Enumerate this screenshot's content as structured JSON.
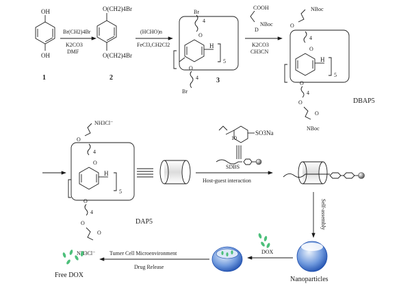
{
  "compounds": {
    "c1": {
      "top_group": "OH",
      "bottom_group": "OH",
      "number": "1"
    },
    "c2": {
      "top_group": "O(CH2)4Br",
      "bottom_group": "O(CH2)4Br",
      "number": "2"
    },
    "c3": {
      "number": "3",
      "top_br": "Br",
      "bottom_br": "Br",
      "chain_n": "4",
      "h": "H",
      "repeat": "5",
      "o": "O"
    },
    "dbap5": {
      "label": "DBAP5",
      "nboc": "NBoc",
      "o": "O",
      "chain_n": "4",
      "h": "H",
      "repeat": "5"
    },
    "dap5": {
      "label": "DAP5",
      "amine": "NH3Cl⁻",
      "o": "O",
      "chain_n": "4",
      "h": "H",
      "repeat": "5"
    }
  },
  "reagents": {
    "step1": [
      "Br(CH2)4Br",
      "K2CO3",
      "DMF"
    ],
    "step2": [
      "(HCHO)n",
      "FeCl3,CH2Cl2"
    ],
    "step3": {
      "acid": "COOH",
      "d": "D",
      "nboc": "NBoc",
      "base": "K2CO3",
      "solvent": "CH3CN"
    }
  },
  "guest": {
    "formula": "SO3Na",
    "subscript": "10",
    "name": "SDBS"
  },
  "labels": {
    "host_guest": "Host-guest interaction",
    "self_assembly": "Self-assembly",
    "nanoparticles": "Nanoparticles",
    "dox": "DOX",
    "free_dox": "Free DOX",
    "microenvironment": "Tumer Cell Microenvironment",
    "drug_release": "Drug Release"
  },
  "colors": {
    "ink": "#1a1a1a",
    "particle_blue": "#2f66c8",
    "particle_light": "#dce8f7",
    "dox_green": "#4cbf7a",
    "sphere_gray": "#8a8a8a"
  }
}
